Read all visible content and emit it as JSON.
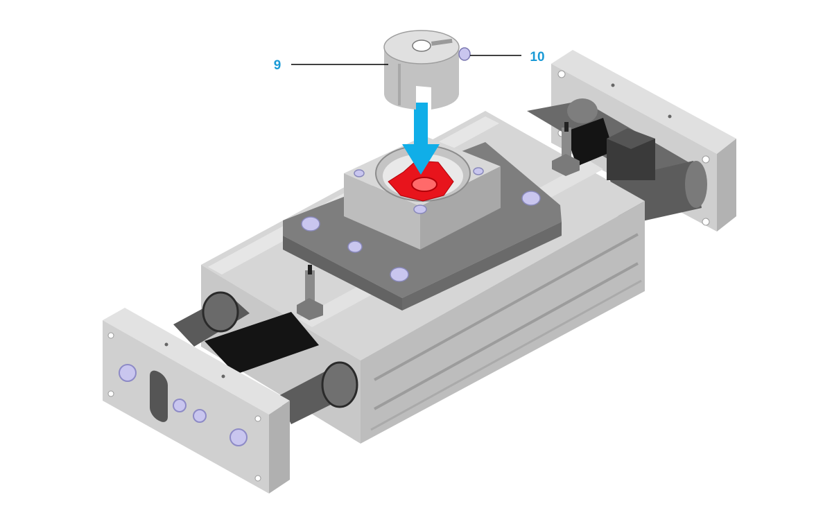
{
  "colors": {
    "background": "#ffffff",
    "callout_text": "#1a9ad6",
    "leader_line": "#000000",
    "arrow": "#10aee8",
    "spider_insert": "#e8141c",
    "aluminum_light": "#d4d4d4",
    "aluminum_mid": "#b8b8b8",
    "aluminum_dark": "#9a9a9a",
    "plate_dark": "#7c7c7c",
    "plate_darker": "#666666",
    "screw_head": "#c9c6ef",
    "rod_dark": "#565656",
    "rod_mid": "#777777",
    "black_part": "#141414"
  },
  "callouts": [
    {
      "id": "coupling_half",
      "label": "9"
    },
    {
      "id": "clamp_screw",
      "label": "10"
    }
  ],
  "icons": {
    "direction_arrow": "down-arrow-icon",
    "coupling": "jaw-coupling-icon",
    "screws": "socket-head-screw-icon"
  }
}
